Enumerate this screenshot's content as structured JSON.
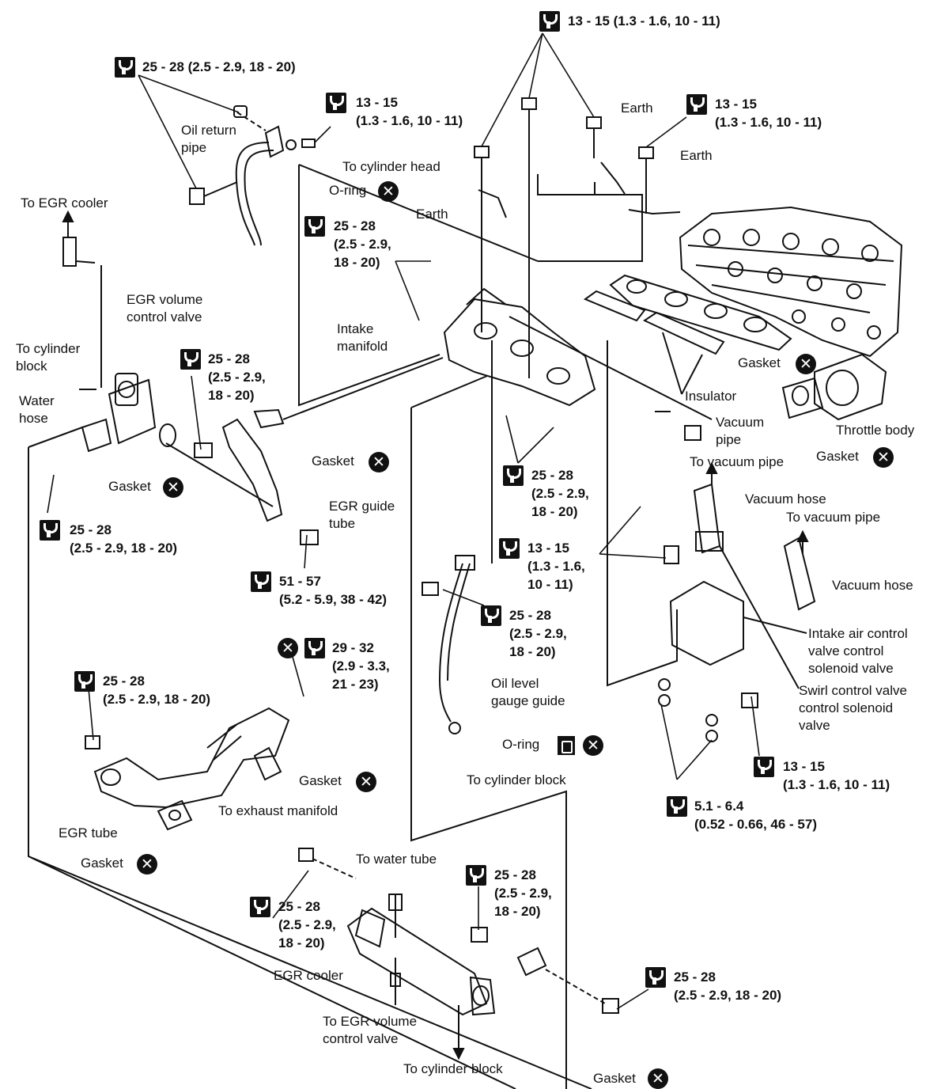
{
  "labels": {
    "to_egr_cooler": "To EGR cooler",
    "oil_return_pipe": "Oil return\npipe",
    "to_cylinder_head": "To cylinder head",
    "o_ring_top": "O-ring",
    "earth_left": "Earth",
    "earth_mid": "Earth",
    "earth_right": "Earth",
    "egr_volume_control_valve": "EGR volume\ncontrol valve",
    "to_cylinder_block_left": "To cylinder\nblock",
    "water_hose": "Water\nhose",
    "gasket_left": "Gasket",
    "intake_manifold": "Intake\nmanifold",
    "gasket_egr_guide": "Gasket",
    "egr_guide_tube": "EGR guide\ntube",
    "gasket_head": "Gasket",
    "insulator": "Insulator",
    "vacuum_pipe": "Vacuum\npipe",
    "to_vacuum_pipe_1": "To vacuum pipe",
    "throttle_body": "Throttle body",
    "gasket_throttle": "Gasket",
    "vacuum_hose_1": "Vacuum hose",
    "to_vacuum_pipe_2": "To vacuum pipe",
    "vacuum_hose_2": "Vacuum hose",
    "intake_air_control": "Intake air control\nvalve control\nsolenoid valve",
    "swirl_control": "Swirl control valve\ncontrol solenoid\nvalve",
    "oil_level_gauge_guide": "Oil level\ngauge guide",
    "o_ring_bottom": "O-ring",
    "to_cylinder_block_mid": "To cylinder block",
    "gasket_exhaust": "Gasket",
    "to_exhaust_manifold": "To exhaust manifold",
    "egr_tube": "EGR tube",
    "gasket_egr_tube": "Gasket",
    "to_water_tube": "To water tube",
    "egr_cooler": "EGR cooler",
    "to_egr_volume_control_valve": "To EGR volume\ncontrol valve",
    "to_cylinder_block_bottom": "To cylinder block",
    "gasket_bottom": "Gasket"
  },
  "torques": {
    "t_top": "13 - 15 (1.3 - 1.6, 10 - 11)",
    "t_oil_return": "25 - 28 (2.5 - 2.9, 18 - 20)",
    "t_head_bolt": "13 - 15\n(1.3 - 1.6, 10 - 11)",
    "t_earth_right": "13 - 15\n(1.3 - 1.6, 10 - 11)",
    "t_manifold_bracket": "25 - 28\n(2.5 - 2.9,\n18 - 20)",
    "t_guide_bolt": "25 - 28\n(2.5 - 2.9,\n18 - 20)",
    "t_egr_valve": "25 - 28\n(2.5 - 2.9, 18 - 20)",
    "t_guide_nut": "51 - 57\n(5.2 - 5.9, 38 - 42)",
    "t_manifold_nut": "25 - 28\n(2.5 - 2.9,\n18 - 20)",
    "t_gauge_top": "13 - 15\n(1.3 - 1.6,\n10 - 11)",
    "t_gauge_bolt": "25 - 28\n(2.5 - 2.9,\n18 - 20)",
    "t_exhaust_nut": "29 - 32\n(2.9 - 3.3,\n21 - 23)",
    "t_egr_tube": "25 - 28\n(2.5 - 2.9, 18 - 20)",
    "t_solenoid": "13 - 15\n(1.3 - 1.6, 10 - 11)",
    "t_small_nut": "5.1 - 6.4\n(0.52 - 0.66, 46 - 57)",
    "t_cooler_left": "25 - 28\n(2.5 - 2.9,\n18 - 20)",
    "t_cooler_mid": "25 - 28\n(2.5 - 2.9,\n18 - 20)",
    "t_cooler_right": "25 - 28\n(2.5 - 2.9, 18 - 20)"
  },
  "symbols": {
    "replace_mark": "✕",
    "torque_icon": "torque-wrench-icon",
    "oil_icon": "oil-can-icon"
  }
}
